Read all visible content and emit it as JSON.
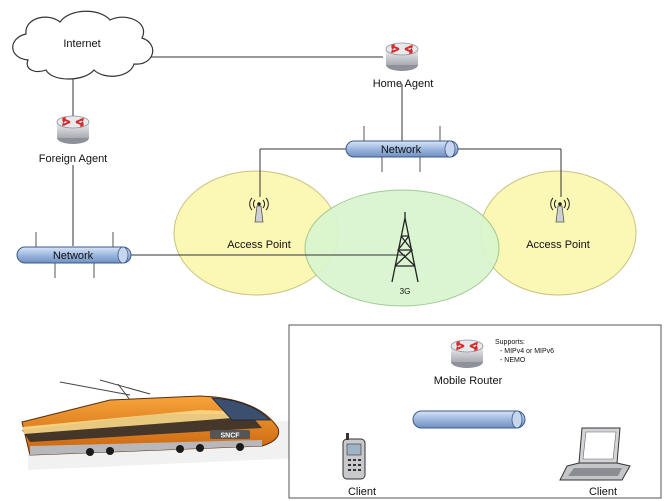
{
  "nodes": {
    "internet": "Internet",
    "home_agent": "Home Agent",
    "foreign_agent": "Foreign Agent",
    "network_top": "Network",
    "network_left": "Network",
    "access_point_left": "Access Point",
    "access_point_right": "Access Point",
    "cell_3g": "3G",
    "mobile_router": "Mobile Router",
    "client_left": "Client",
    "client_right": "Client"
  },
  "supports_note": {
    "title": "Supports:",
    "items": [
      "- MIPv4 or MIPv6",
      "- NEMO"
    ]
  },
  "train": {
    "livery_text": "SNCF"
  },
  "colors": {
    "wifi_zone": "#fbf7b4",
    "cell_zone": "#d9f5cf",
    "network_bar": "#a9c3e6",
    "router_body": "#c9cbd0",
    "router_arrows": "#d92a2a",
    "train_orange": "#ef8a1e",
    "panel_border": "#555555"
  }
}
